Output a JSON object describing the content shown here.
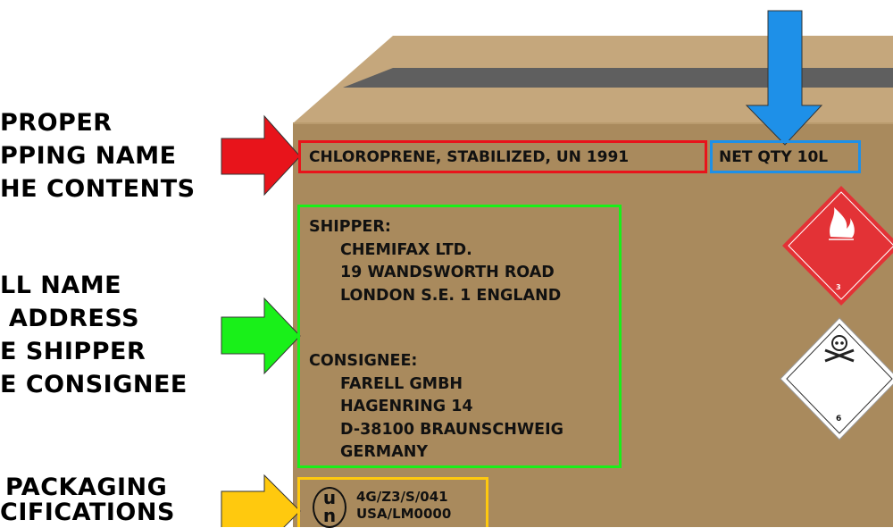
{
  "left_labels": {
    "shipping_name": [
      "PROPER",
      "PPING NAME",
      "HE CONTENTS"
    ],
    "name_address": [
      "LL NAME",
      " ADDRESS",
      "E SHIPPER",
      "E CONSIGNEE"
    ],
    "packaging": [
      "PACKAGING",
      "CIFICATIONS"
    ]
  },
  "box_label": {
    "proper_shipping_name": "CHLOROPRENE, STABILIZED, UN 1991",
    "net_quantity": "NET QTY 10L",
    "shipper_heading": "SHIPPER:",
    "shipper_lines": [
      "CHEMIFAX LTD.",
      "19 WANDSWORTH ROAD",
      "LONDON S.E. 1 ENGLAND"
    ],
    "consignee_heading": "CONSIGNEE:",
    "consignee_lines": [
      "FARELL GMBH",
      "HAGENRING 14",
      "D-38100 BRAUNSCHWEIG",
      "GERMANY"
    ],
    "un_symbol": [
      "u",
      "n"
    ],
    "packaging_codes": [
      "4G/Z3/S/041",
      "USA/LM0000"
    ]
  },
  "hazard_labels": {
    "flammable_class": "3",
    "toxic_class": "6"
  },
  "colors": {
    "red": "#e8141b",
    "green": "#19f019",
    "yellow": "#ffc90e",
    "blue": "#1e90e8",
    "box_front": "#a98a5d",
    "box_top": "#c5a77c"
  }
}
